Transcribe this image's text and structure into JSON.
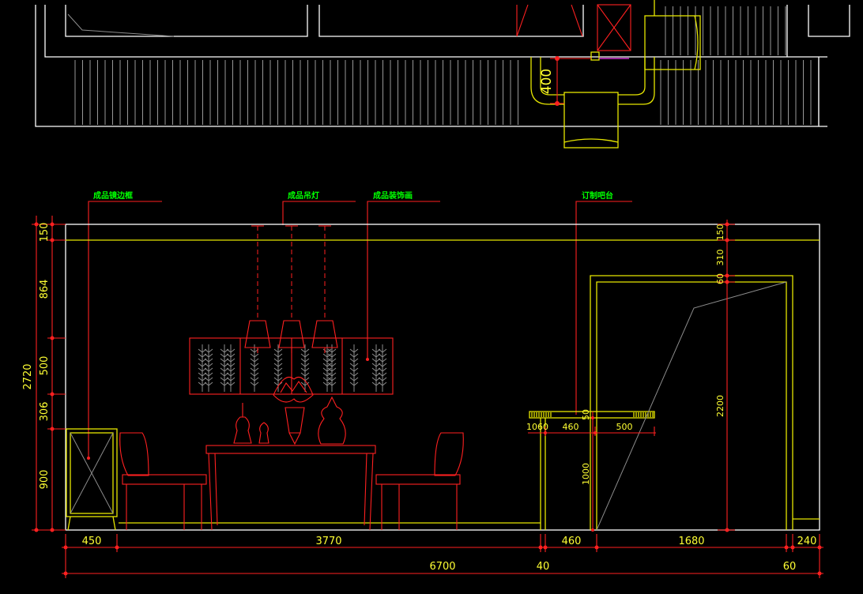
{
  "labels": {
    "mirror_frame": "成品镜边框",
    "pendant_lamp": "成品吊灯",
    "decor_painting": "成品装饰画",
    "custom_bar": "订制吧台"
  },
  "dimensions": {
    "plan_400": "400",
    "left_150": "150",
    "left_864": "864",
    "left_500": "500",
    "left_306": "306",
    "left_900": "900",
    "left_total": "2720",
    "right_150": "150",
    "right_310": "310",
    "right_60": "60",
    "right_2200": "2200",
    "bar_50": "50",
    "bar_1060": "1060",
    "bar_460": "460",
    "bar_500": "500",
    "bar_1000": "1000",
    "bottom_450": "450",
    "bottom_3770": "3770",
    "bottom_460": "460",
    "bottom_1680": "1680",
    "bottom_240": "240",
    "bottom_total": "6700",
    "bottom_40": "40",
    "bottom_60": "60"
  },
  "colors": {
    "background": "#000000",
    "outline": "#ffffff",
    "dimension": "#ffff33",
    "furniture": "#ff2020",
    "label": "#00ff00"
  }
}
